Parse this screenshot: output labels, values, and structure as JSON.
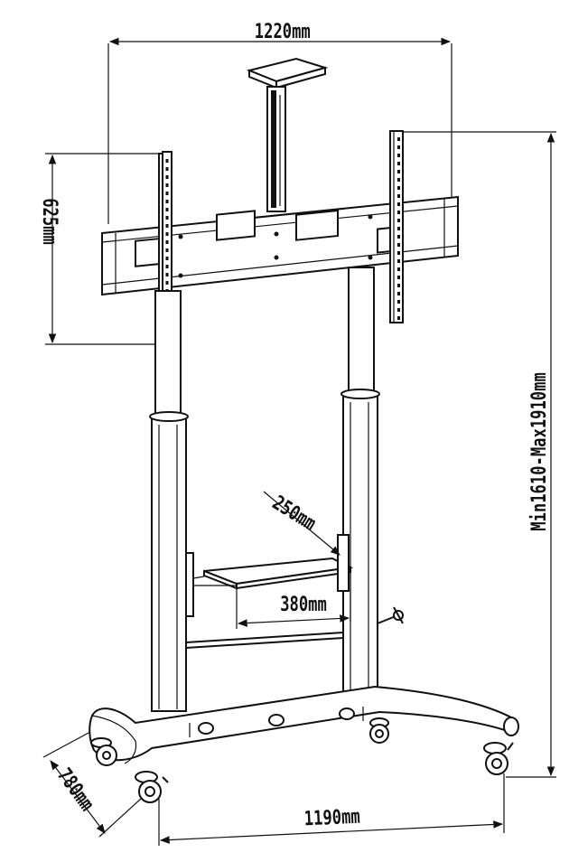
{
  "dimensions": {
    "width_top": "1220mm",
    "height_bracket": "625mm",
    "height_total": "Min1610-Max1910mm",
    "shelf_depth": "250mm",
    "shelf_width": "380mm",
    "base_width": "1190mm",
    "base_depth": "780mm"
  }
}
